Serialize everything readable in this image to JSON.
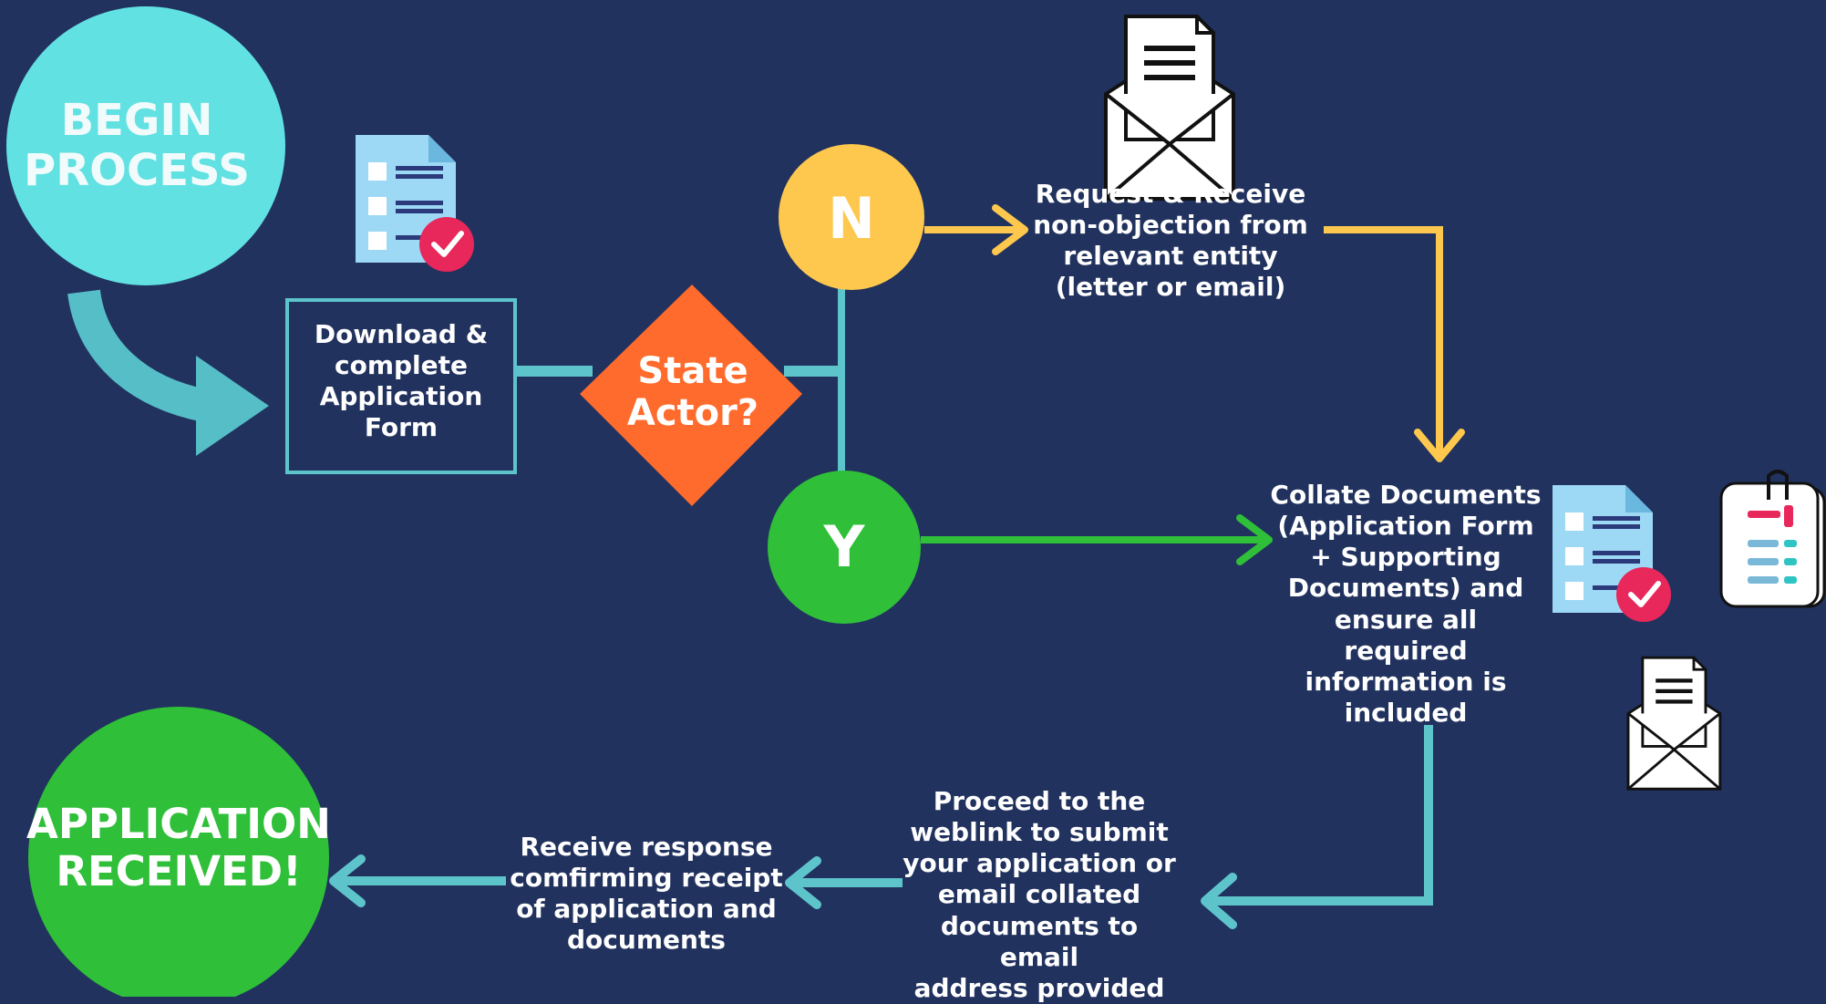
{
  "start": {
    "label": "BEGIN\nPROCESS"
  },
  "end": {
    "label": "APPLICATION\nRECEIVED!"
  },
  "decision": {
    "label": "State\nActor?"
  },
  "branches": {
    "no": "N",
    "yes": "Y"
  },
  "steps": {
    "download": "Download &\ncomplete\nApplication\nForm",
    "non_objection": "Request & Receive\nnon-objection from\nrelevant entity\n(letter or email)",
    "collate": "Collate Documents\n(Application Form\n+ Supporting\nDocuments) and\nensure all required\ninformation is\nincluded",
    "submit": "Proceed to the\nweblink to submit\nyour application or\nemail collated\ndocuments to email\naddress provided",
    "receive": "Receive response\ncomfirming receipt\nof application and\ndocuments"
  },
  "colors": {
    "background": "#21325e",
    "teal": "#5ec4cb",
    "start_circle": "#61e1e2",
    "yellow": "#fdc84d",
    "green": "#2fbf39",
    "orange": "#fe6b2c",
    "red": "#e8275a",
    "doc_blue": "#9dd8f5"
  },
  "icons": [
    "checklist-doc-icon",
    "envelope-letter-icon",
    "clipboard-icon"
  ]
}
